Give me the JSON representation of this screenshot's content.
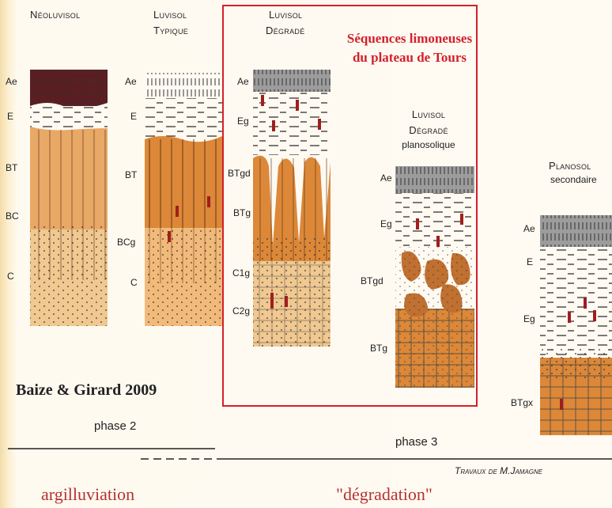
{
  "profiles": [
    {
      "title_lines": [
        "Néoluvisol"
      ],
      "horizons": [
        "Ae",
        "E",
        "BT",
        "BC",
        "C"
      ]
    },
    {
      "title_lines": [
        "Luvisol",
        "Typique"
      ],
      "horizons": [
        "Ae",
        "E",
        "BT",
        "BCg",
        "C"
      ]
    },
    {
      "title_lines": [
        "Luvisol",
        "Dégradé"
      ],
      "horizons": [
        "Ae",
        "Eg",
        "BTgd",
        "BTg",
        "C1g",
        "C2g"
      ]
    },
    {
      "title_lines": [
        "Luvisol",
        "Dégradé",
        "planosolique"
      ],
      "horizons": [
        "Ae",
        "Eg",
        "BTgd",
        "BTg"
      ]
    },
    {
      "title_lines": [
        "Planosol",
        "secondaire"
      ],
      "horizons": [
        "Ae",
        "E",
        "Eg",
        "BTgx"
      ]
    }
  ],
  "highlight_box": {
    "title_line1": "Séquences limoneuses",
    "title_line2": "du plateau de Tours",
    "color": "#d4202c"
  },
  "citation": "Baize & Girard 2009",
  "phases": {
    "phase2": "phase 2",
    "phase3": "phase 3"
  },
  "credit": "Travaux de M.Jamagne",
  "processes": {
    "left": "argilluviation",
    "right": "\"dégradation\""
  },
  "colors": {
    "ae_dark": "#5a1e22",
    "ae_grey": "#9c9c9c",
    "bt_orange": "#dc8838",
    "bc_sand": "#f2ba7a",
    "c_sand": "#f0c890",
    "mottle": "#a01e1e",
    "frame": "#d4202c",
    "process_text": "#b43232"
  }
}
